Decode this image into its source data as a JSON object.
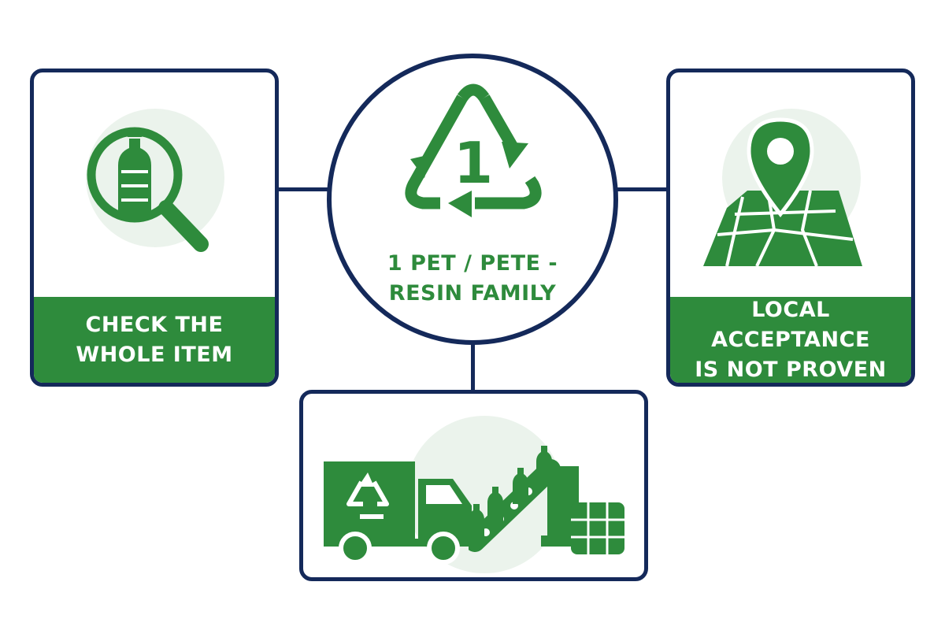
{
  "colors": {
    "green": "#2e8b3c",
    "navy": "#14295a",
    "halo": "#ebf3ec",
    "white": "#ffffff"
  },
  "hub": {
    "resin_code": "1",
    "title": "1 PET / PETE -\nRESIN FAMILY",
    "icon": "recycling-triangle-icon"
  },
  "left_card": {
    "label": "CHECK THE\nWHOLE ITEM",
    "icon": "magnifier-bottle-icon"
  },
  "right_card": {
    "label": "LOCAL ACCEPTANCE\nIS NOT PROVEN",
    "icon": "map-pin-icon"
  },
  "bottom_card": {
    "icons": [
      "recycling-truck-icon",
      "conveyor-bottles-icon",
      "bale-icon"
    ]
  }
}
